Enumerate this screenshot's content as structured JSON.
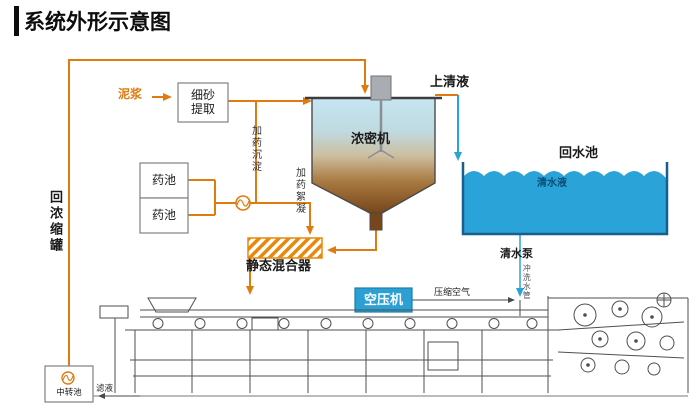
{
  "title": "系统外形示意图",
  "equipment": {
    "sand_extraction": "细砂提取",
    "thickener": "浓密机",
    "return_pool": "回水池",
    "clear_water": "清水液",
    "chem_pool_a": "药池",
    "chem_pool_b": "药池",
    "static_mixer": "静态混合器",
    "air_compressor": "空压机",
    "transfer_pool": "中转池"
  },
  "streams": {
    "mud": "泥浆",
    "supernatant": "上清液",
    "dosing_sedimentation": "加药沉淀",
    "dosing_flocculation": "加药絮凝",
    "return_to_thickener": "回浓缩罐",
    "clear_water_pump": "清水泵",
    "flush_water_pipe": "冲洗水管",
    "compressed_air": "压缩空气",
    "filtrate": "滤液"
  },
  "colors": {
    "pipe_orange": "#E07B10",
    "water_blue": "#2AA3D8",
    "compressor_blue": "#2AA0D4",
    "thickener_top_blue": "#C6E6F2",
    "thickener_bottom_brown": "#77461B",
    "machine_line_gray": "#4f4f4f"
  }
}
